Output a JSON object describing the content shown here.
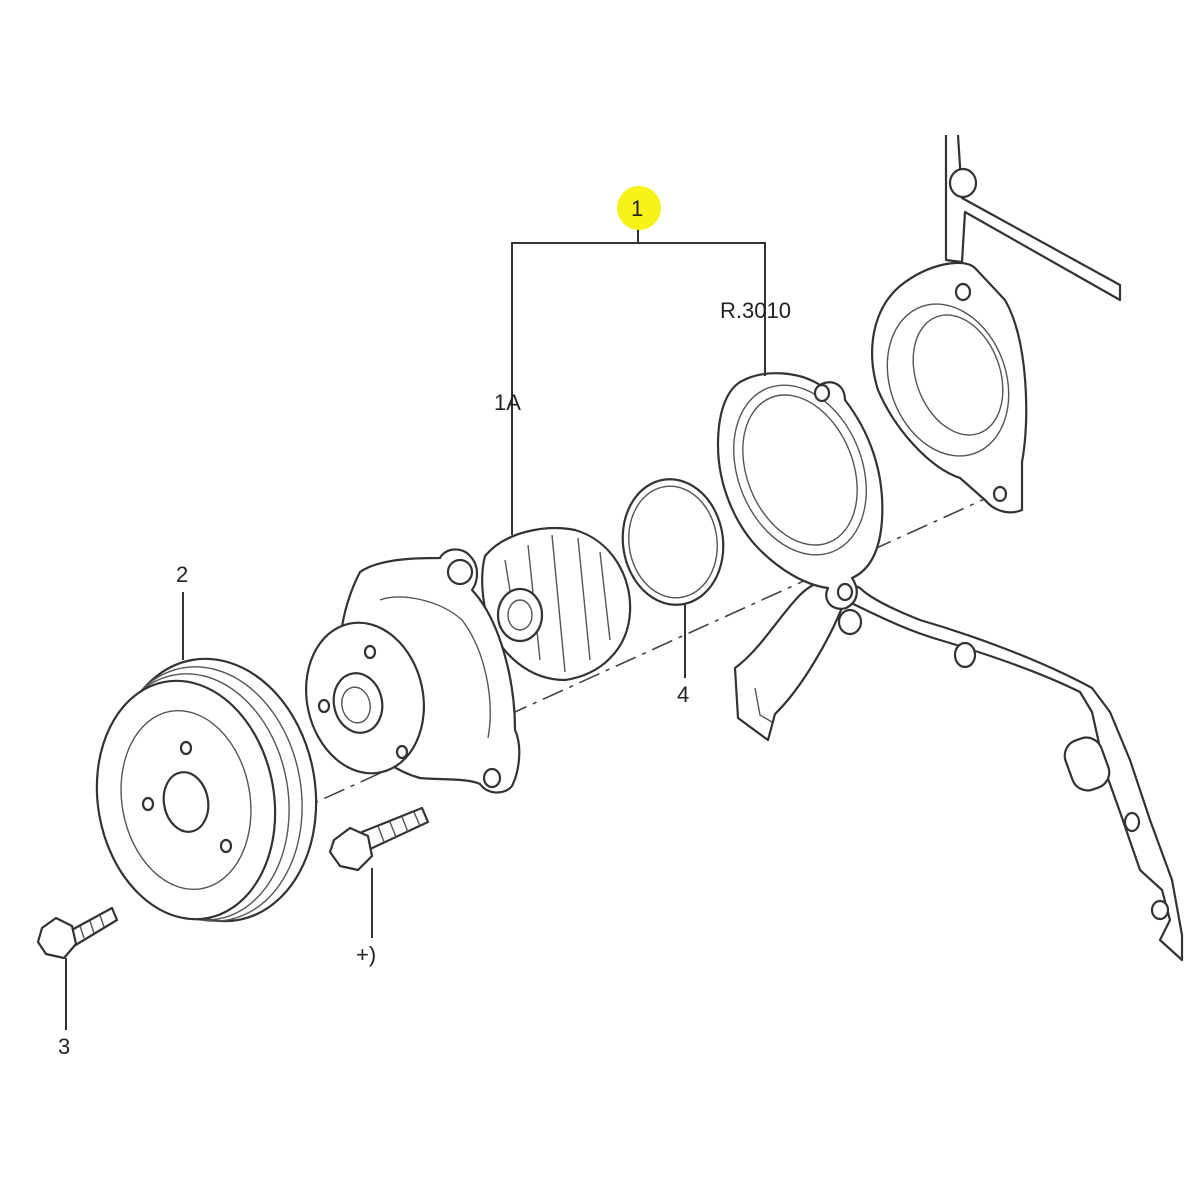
{
  "callouts": {
    "assembly": "1",
    "pump_body": "1A",
    "gasket_ref": "R.3010",
    "pulley": "2",
    "pulley_bolt": "3",
    "seal_ring": "4",
    "pump_bolt": "+)"
  },
  "colors": {
    "highlight": "#f7f21a",
    "line": "#333333"
  }
}
